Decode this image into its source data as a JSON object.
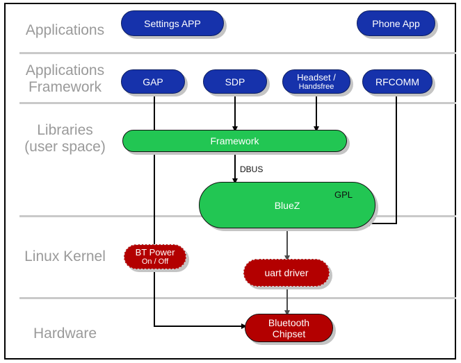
{
  "diagram": {
    "title": "Bluetooth (BlueZ) software stack layering diagram",
    "colors": {
      "blue": "#1632ab",
      "green": "#22c653",
      "red": "#b30000",
      "shadow": "#c4c4c4",
      "divider": "#c9c9c9",
      "layer_label": "#9a9a9a",
      "edge": "#000000"
    },
    "layers": [
      {
        "id": "applications",
        "label": "Applications"
      },
      {
        "id": "applications-framework",
        "label": "Applications\nFramework"
      },
      {
        "id": "libraries",
        "label": "Libraries\n(user space)"
      },
      {
        "id": "linux-kernel",
        "label": "Linux Kernel"
      },
      {
        "id": "hardware",
        "label": "Hardware"
      }
    ],
    "nodes": [
      {
        "id": "settings-app",
        "label": "Settings APP",
        "color": "blue"
      },
      {
        "id": "phone-app",
        "label": "Phone App",
        "color": "blue"
      },
      {
        "id": "gap",
        "label": "GAP",
        "color": "blue"
      },
      {
        "id": "sdp",
        "label": "SDP",
        "color": "blue"
      },
      {
        "id": "headset-handsfree",
        "label_line1": "Headset /",
        "label_line2": "Handsfree",
        "color": "blue"
      },
      {
        "id": "rfcomm",
        "label": "RFCOMM",
        "color": "blue"
      },
      {
        "id": "framework",
        "label": "Framework",
        "color": "green"
      },
      {
        "id": "bluez",
        "label": "BlueZ",
        "badge": "GPL",
        "color": "green"
      },
      {
        "id": "bt-power",
        "label_line1": "BT Power",
        "label_line2": "On / Off",
        "color": "red"
      },
      {
        "id": "uart-driver",
        "label": "uart driver",
        "color": "red"
      },
      {
        "id": "bluetooth-chipset",
        "label_line1": "Bluetooth",
        "label_line2": "Chipset",
        "color": "red"
      }
    ],
    "edge_labels": {
      "framework_to_bluez": "DBUS"
    }
  }
}
